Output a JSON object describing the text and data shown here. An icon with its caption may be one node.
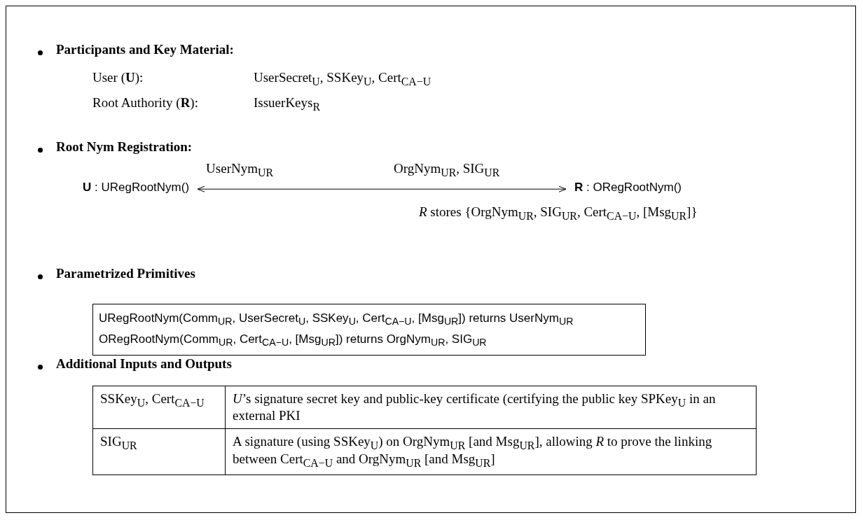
{
  "diagram": {
    "nodes": [
      {
        "text": [
          "**U** : URegRootNym()"
        ]
      },
      {
        "text": [
          "**R** : ORegRootNym()"
        ]
      },
      {
        "text": [
          "URegRootNym(Comm$_{UR}$, UserSecret$_{U}$, SSKey$_{U}$, Cert$_{CA−U}$, [Msg$_{UR}$]) returns UserNym$_{UR}$",
          "ORegRootNym(Comm$_{UR}$, Cert$_{CA−U}$, [Msg$_{UR}$]) returns OrgNym$_{UR}$, SIG$_{UR}$"
        ]
      }
    ],
    "edges": [
      {
        "from": 0,
        "to": 1,
        "arrow": "both",
        "label": "UserNym$_{UR}$"
      }
    ],
    "labels": [
      "Participants and Key Material:",
      "User (**U**):",
      "UserSecret$_{U}$, SSKey$_{U}$, Cert$_{CA−U}$",
      "Root Authority (**R**):",
      "IssuerKeys$_{R}$",
      "Root Nym Registration:",
      "OrgNym$_{UR}$, SIG$_{UR}$",
      "*R* stores {OrgNym$_{UR}$, SIG$_{UR}$, Cert$_{CA−U}$, [Msg$_{UR}$]}",
      "Parametrized Primitives",
      "Additional Inputs and Outputs",
      "SSKey$_{U}$, Cert$_{CA−U}$",
      "*U*’s signature secret key and public-key certificate (certifying the public key SPKey$_{U}$ in an external PKI",
      "SIG$_{UR}$",
      "A signature (using SSKey$_{U}$) on OrgNym$_{UR}$ [and Msg$_{UR}$], allowing *R* to prove the linking between Cert$_{CA−U}$ and OrgNym$_{UR}$ [and Msg$_{UR}$]"
    ]
  }
}
